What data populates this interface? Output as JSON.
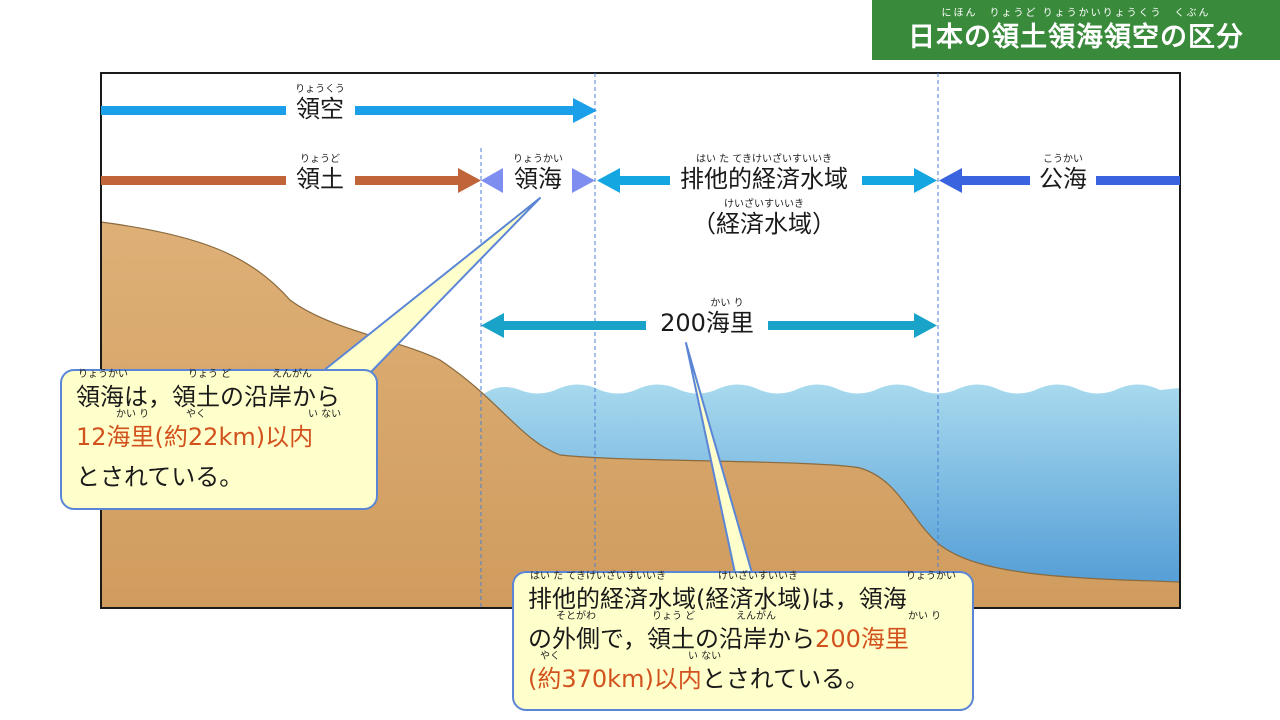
{
  "title": {
    "text": "日本の領土領海領空の区分",
    "ruby": "にほん　りょうど りょうかいりょうくう　くぶん"
  },
  "labels": {
    "airspace": {
      "ruby": "りょうくう",
      "text": "領空"
    },
    "territory": {
      "ruby": "りょうど",
      "text": "領土"
    },
    "territorial_sea": {
      "ruby": "りょうかい",
      "text": "領海"
    },
    "eez": {
      "ruby": "はい た てきけいざいすいいき",
      "text": "排他的経済水域"
    },
    "eez_short": {
      "ruby": "けいざいすいいき",
      "text": "（経済水域）"
    },
    "high_seas": {
      "ruby": "こうかい",
      "text": "公海"
    },
    "distance": {
      "ruby": "かい り",
      "text": "200海里"
    }
  },
  "callout_sea": {
    "line1": {
      "text": "領海は，領土の沿岸から",
      "ruby1": "りょうかい",
      "ruby2": "りょう ど",
      "ruby3": "えんがん"
    },
    "line2": {
      "text": "12海里(約22km)以内",
      "ruby1": "かい り",
      "ruby2": "やく",
      "ruby3": "い ない"
    },
    "line3": {
      "text": "とされている。"
    }
  },
  "callout_eez": {
    "line1": {
      "text": "排他的経済水域(経済水域)は，領海",
      "ruby1": "はい た てきけいざいすいいき",
      "ruby2": "けいざいすいいき",
      "ruby3": "りょうかい"
    },
    "line2_a": "の外側で，領土の沿岸から",
    "line2_b": "200海里",
    "line2_ruby1": "そとがわ",
    "line2_ruby2": "りょう ど",
    "line2_ruby3": "えんがん",
    "line2_ruby4": "かい り",
    "line3_a": "(約370km)以内",
    "line3_b": "とされている。",
    "line3_ruby1": "やく",
    "line3_ruby2": "い ない"
  },
  "colors": {
    "title_bg": "#3a8a3c",
    "airspace_arrow": "#1a9fe8",
    "territory_arrow": "#c0653a",
    "territorial_sea_arrow": "#7d8ef0",
    "eez_arrow": "#14a6e0",
    "high_seas_arrow": "#3a63e0",
    "distance_arrow": "#19a3c8",
    "land": "#d9a86c",
    "sea_top": "#a8d9ee",
    "sea_bottom": "#4a97d4",
    "highlight_text": "#d2521e",
    "callout_bg": "#ffffcc",
    "callout_border": "#5b86d6"
  }
}
